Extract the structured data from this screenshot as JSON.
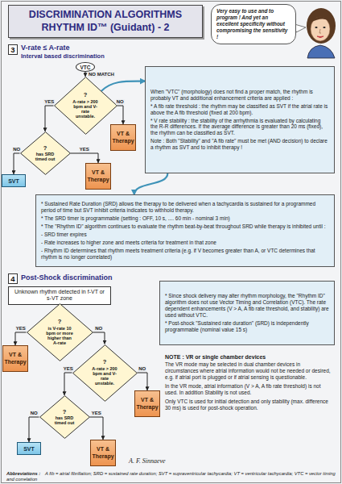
{
  "diagram": {
    "nodes": [
      {
        "text": [
          "DISCRIMINATION ALGORITHMS",
          "RHYTHM ID™ (Guidant) - 2"
        ]
      },
      {
        "text": [
          "Very easy to use and to program ! And yet an excellent specificity without compromising the sensitivity !"
        ]
      },
      {
        "text": [
          "3"
        ]
      },
      {
        "text": [
          "VTC"
        ]
      },
      {
        "text": [
          "When \"VTC\" (morphology) does not find a proper match, the rhythm is probably VT and additional enhancement criteria are applied :",
          "* A fib rate threshold : the rhythm may be classified as SVT if the atrial rate is above the A fib threshold (fixed at 200 bpm).",
          "* V rate stability : the stability of the arrhythmia is evaluated by calculating the R-R differences. If the average difference is greater than 20 ms (fixed), the rhythm can be classified as SVT.",
          "Note : Both \"Stability\" and \"A fib rate\" must be met (AND decision) to declare a rhythm as SVT and to inhibit therapy !"
        ]
      },
      {
        "text": [
          "?",
          "A-rate > 200 bpm and V-rate unstable."
        ]
      },
      {
        "text": [
          "VT & Therapy"
        ]
      },
      {
        "text": [
          "?",
          "has SRD timed out"
        ]
      },
      {
        "text": [
          "SVT"
        ]
      },
      {
        "text": [
          "VT & Therapy"
        ]
      },
      {
        "text": [
          "* Sustained Rate Duration (SRD) allows the therapy to be delivered when a tachycardia is sustained for a programmed period of time but SVT inhibit criteria indicates to withhold therapy.",
          "* The SRD timer is programmable (setting : OFF, 10 s, .... 60 min - nominal 3 min)",
          "* The \"Rhythm ID\" algorithm continues to evaluate the rhythm beat-by-beat throughout SRD while therapy is inhibited until :",
          "- SRD timer expires",
          "- Rate increases to higher zone and meets criteria for treatment in that zone",
          "- Rhythm ID determines that rhythm meets treatment criteria (e.g. if V becomes greater than A, or VTC determines that rhythm is no longer correlated)"
        ]
      },
      {
        "text": [
          "4"
        ]
      },
      {
        "text": [
          "Unknown rhythm detected in f-VT or s-VT zone"
        ]
      },
      {
        "text": [
          "?",
          "is V-rate 10 bpm or more higher than A-rate"
        ]
      },
      {
        "text": [
          "VT & Therapy"
        ]
      },
      {
        "text": [
          "?",
          "A-rate > 200 bpm and V-rate unstable."
        ]
      },
      {
        "text": [
          "VT & Therapy"
        ]
      },
      {
        "text": [
          "?",
          "has SRD timed out"
        ]
      },
      {
        "text": [
          "SVT"
        ]
      },
      {
        "text": [
          "VT & Therapy"
        ]
      },
      {
        "text": [
          "* Since shock delivery may alter rhythm morphology, the \"Rhythm ID\" algorithm does not use Vector Timing and Correlation (VTC). The rate dependent enhancements (V > A, A fib rate threshold, and stability) are used without VTC.",
          "* Post-shock \"Sustained rate duration\" (SRD) is independently programmable (nominal value 15 s)"
        ]
      }
    ],
    "edges": [
      {
        "from": 3,
        "to": 5,
        "label": "NO MATCH",
        "arrow": "to"
      },
      {
        "from": 5,
        "to": 7,
        "label": "YES",
        "arrow": "to"
      },
      {
        "from": 5,
        "to": 6,
        "label": "NO",
        "arrow": "to"
      },
      {
        "from": 7,
        "to": 8,
        "label": "NO",
        "arrow": "to"
      },
      {
        "from": 7,
        "to": 9,
        "label": "YES",
        "arrow": "to"
      },
      {
        "from": 5,
        "to": 4,
        "arrow": "to"
      },
      {
        "from": 4,
        "to": 10,
        "arrow": "to"
      },
      {
        "from": 12,
        "to": 13,
        "arrow": "to"
      },
      {
        "from": 13,
        "to": 14,
        "label": "YES",
        "arrow": "to"
      },
      {
        "from": 13,
        "to": 15,
        "label": "NO",
        "arrow": "to"
      },
      {
        "from": 15,
        "to": 17,
        "label": "YES",
        "arrow": "to"
      },
      {
        "from": 15,
        "to": 16,
        "label": "NO",
        "arrow": "to"
      },
      {
        "from": 17,
        "to": 18,
        "label": "NO",
        "arrow": "to"
      },
      {
        "from": 17,
        "to": 19,
        "label": "YES",
        "arrow": "to"
      }
    ],
    "labels": [
      "V-rate ≤ A-rate",
      "Interval based discrimination",
      "Post-Shock discrimination",
      "NOTE : VR or single chamber devices",
      "The VR mode may be selected in dual chamber devices in circumstances where atrial information would not be needed or desired, e.g. if atrial port is plugged or if atrial sensing is questionable.",
      "In the VR mode, atrial information (V > A, A fib rate threshold) is not used. In addition Stability is not used.",
      "Only VTC is used for initial detection and only stability (max. difference 30 ms) is used for post-shock operation.",
      "A. F. Sinnaeve",
      "Abbreviations :",
      "A fib = atrial fibrillation; SRD = sustained rate duration; SVT = supraventricular tachycardia; VT = ventricular tachycardia; VTC = vector timing and correlation"
    ]
  }
}
